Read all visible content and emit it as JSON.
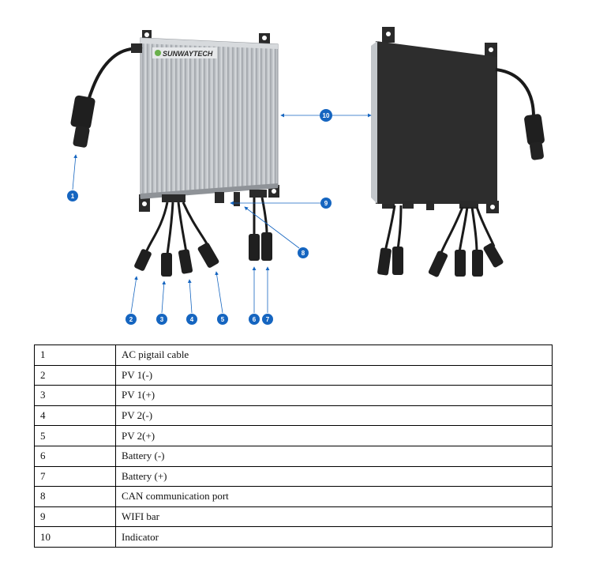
{
  "figure": {
    "brand": "SUNWAYTECH",
    "callouts": [
      "1",
      "2",
      "3",
      "4",
      "5",
      "6",
      "7",
      "8",
      "9",
      "10"
    ],
    "colors": {
      "callout": "#1565c0",
      "housing": "#b9bdc1",
      "back_plate": "#2a2a2a",
      "cable": "#1a1a1a",
      "brand_green": "#6ab04c"
    }
  },
  "table": {
    "rows": [
      {
        "num": "1",
        "desc": "AC pigtail cable"
      },
      {
        "num": "2",
        "desc": "PV 1(-)"
      },
      {
        "num": "3",
        "desc": "PV 1(+)"
      },
      {
        "num": "4",
        "desc": "PV 2(-)"
      },
      {
        "num": "5",
        "desc": "PV 2(+)"
      },
      {
        "num": "6",
        "desc": "Battery (-)"
      },
      {
        "num": "7",
        "desc": "Battery (+)"
      },
      {
        "num": "8",
        "desc": "CAN communication port"
      },
      {
        "num": "9",
        "desc": "WIFI bar"
      },
      {
        "num": "10",
        "desc": "Indicator"
      }
    ]
  }
}
